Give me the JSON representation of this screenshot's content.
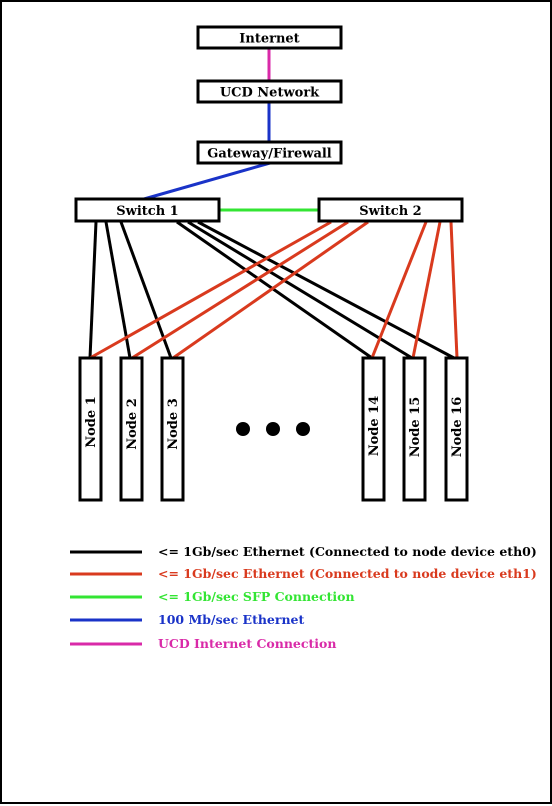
{
  "nodes": {
    "internet": "Internet",
    "ucd_network": "UCD Network",
    "gateway": "Gateway/Firewall",
    "switch1": "Switch 1",
    "switch2": "Switch 2",
    "compute": [
      "Node 1",
      "Node 2",
      "Node 3",
      "Node 14",
      "Node 15",
      "Node 16"
    ]
  },
  "legend": [
    {
      "label": "<= 1Gb/sec Ethernet (Connected to node device eth0)",
      "color": "#000000"
    },
    {
      "label": "<= 1Gb/sec Ethernet (Connected to node device eth1)",
      "color": "#d93a1e"
    },
    {
      "label": "<= 1Gb/sec SFP Connection",
      "color": "#33e533"
    },
    {
      "label": "100 Mb/sec Ethernet",
      "color": "#1a33c8"
    },
    {
      "label": "UCD Internet Connection",
      "color": "#d92aa8"
    }
  ],
  "colors": {
    "eth0": "#000000",
    "eth1": "#d93a1e",
    "sfp": "#33e533",
    "ethernet100": "#1a33c8",
    "internet": "#d92aa8"
  }
}
